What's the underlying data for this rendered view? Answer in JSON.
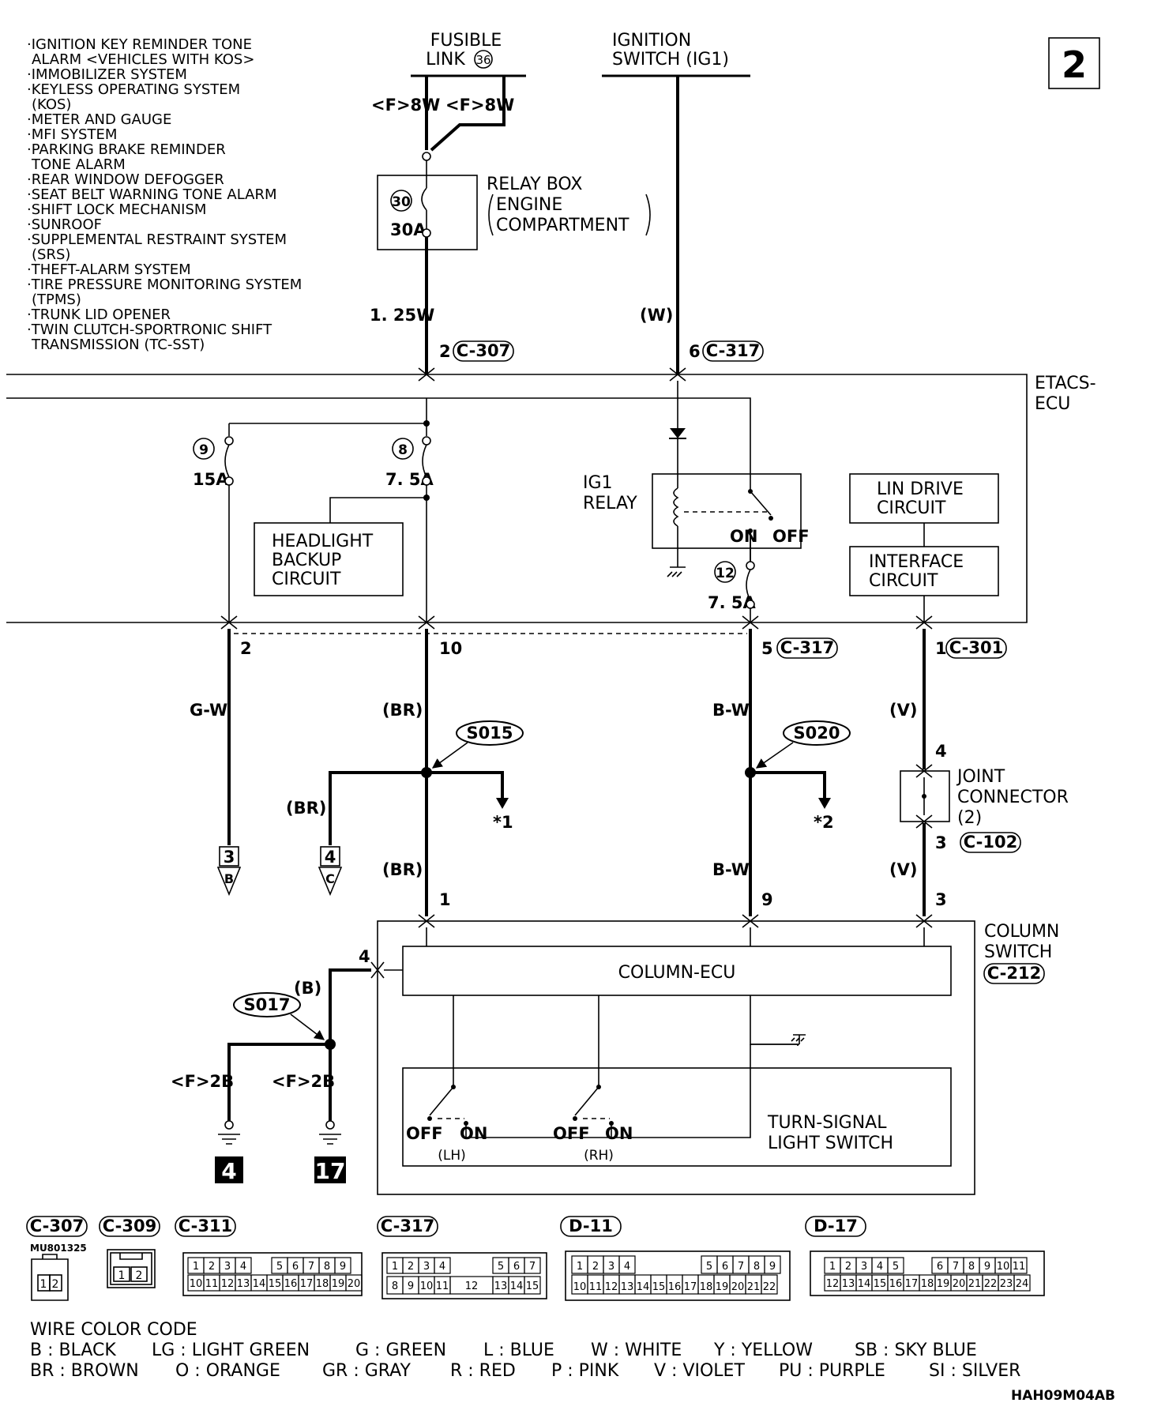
{
  "page_number": "2",
  "systems_list": [
    "·IGNITION KEY REMINDER TONE",
    "ALARM <VEHICLES WITH KOS>",
    "·IMMOBILIZER SYSTEM",
    "·KEYLESS OPERATING SYSTEM",
    "(KOS)",
    "·METER AND GAUGE",
    "·MFI SYSTEM",
    "·PARKING BRAKE REMINDER",
    "TONE ALARM",
    "·REAR WINDOW DEFOGGER",
    "·SEAT BELT WARNING TONE ALARM",
    "·SHIFT LOCK MECHANISM",
    "·SUNROOF",
    "·SUPPLEMENTAL RESTRAINT SYSTEM",
    "(SRS)",
    "·THEFT-ALARM SYSTEM",
    "·TIRE PRESSURE MONITORING SYSTEM",
    "(TPMS)",
    "·TRUNK LID OPENER",
    "·TWIN CLUTCH-SPORTRONIC SHIFT",
    "TRANSMISSION (TC-SST)"
  ],
  "sources": {
    "fusible_link_line1": "FUSIBLE",
    "fusible_link_line2": "LINK",
    "fusible_link_num": "36",
    "ignition_line1": "IGNITION",
    "ignition_line2": "SWITCH (IG1)"
  },
  "relay_box": {
    "line1": "RELAY BOX",
    "line2": "ENGINE",
    "line3": "COMPARTMENT",
    "fuse_num": "30",
    "fuse_rating": "30A"
  },
  "wires": {
    "f8w_left": "<F>8W",
    "f8w_right": "<F>8W",
    "w125": "1. 25W",
    "w_paren": "(W)",
    "gw": "G-W",
    "br_main": "(BR)",
    "br_branch": "(BR)",
    "br_lower": "(BR)",
    "bw_upper": "B-W",
    "bw_lower": "B-W",
    "v_upper": "(V)",
    "v_lower": "(V)",
    "b_paren": "(B)",
    "f2b_left": "<F>2B",
    "f2b_right": "<F>2B"
  },
  "connectors": {
    "c307_pin": "2",
    "c307": "C-307",
    "c317_top_pin": "6",
    "c317_top": "C-317",
    "c317_bottom_pin": "5",
    "c317_bottom": "C-317",
    "c301_pin": "1",
    "c301": "C-301",
    "c102_pin": "3",
    "c102": "C-102",
    "c212": "C-212"
  },
  "etacs": {
    "line1": "ETACS-",
    "line2": "ECU",
    "fuse9_num": "9",
    "fuse9_rating": "15A",
    "fuse8_num": "8",
    "fuse8_rating": "7. 5A",
    "fuse12_num": "12",
    "fuse12_rating": "7. 5A",
    "headlight_line1": "HEADLIGHT",
    "headlight_line2": "BACKUP",
    "headlight_line3": "CIRCUIT",
    "ig1_line1": "IG1",
    "ig1_line2": "RELAY",
    "relay_on": "ON",
    "relay_off": "OFF",
    "lin_line1": "LIN DRIVE",
    "lin_line2": "CIRCUIT",
    "interface_line1": "INTERFACE",
    "interface_line2": "CIRCUIT",
    "pin_2": "2",
    "pin_10": "10"
  },
  "splices": {
    "s015": "S015",
    "s020": "S020",
    "s017": "S017",
    "ref1": "*1",
    "ref2": "*2"
  },
  "ref_blocks": {
    "ref_b_num": "3",
    "ref_b_letter": "B",
    "ref_c_num": "4",
    "ref_c_letter": "C"
  },
  "joint_connector": {
    "line1": "JOINT",
    "line2": "CONNECTOR",
    "line3": "(2)",
    "pin_top": "4"
  },
  "column_switch": {
    "line1": "COLUMN",
    "line2": "SWITCH",
    "ecu": "COLUMN-ECU",
    "pin_1": "1",
    "pin_9": "9",
    "pin_3": "3",
    "pin_4": "4",
    "turn_line1": "TURN-SIGNAL",
    "turn_line2": "LIGHT SWITCH",
    "lh_off": "OFF",
    "lh_on": "ON",
    "lh": "(LH)",
    "rh_off": "OFF",
    "rh_on": "ON",
    "rh": "(RH)"
  },
  "grounds": {
    "g4": "4",
    "g17": "17"
  },
  "connector_views": {
    "c307": "C-307",
    "c307_part": "MU801325",
    "c307_pins": [
      "1",
      "2"
    ],
    "c309": "C-309",
    "c309_pins": [
      "1",
      "2"
    ],
    "c311": "C-311",
    "c311_row1": [
      "1",
      "2",
      "3",
      "4",
      "",
      "5",
      "6",
      "7",
      "8",
      "9"
    ],
    "c311_row2": [
      "10",
      "11",
      "12",
      "13",
      "14",
      "15",
      "16",
      "17",
      "18",
      "19",
      "20"
    ],
    "c317": "C-317",
    "c317_row1": [
      "1",
      "2",
      "3",
      "4",
      "",
      "5",
      "6",
      "7"
    ],
    "c317_row2": [
      "8",
      "9",
      "10",
      "11",
      "12",
      "13",
      "14",
      "15"
    ],
    "d11": "D-11",
    "d11_row1": [
      "1",
      "2",
      "3",
      "4",
      "",
      "5",
      "6",
      "7",
      "8",
      "9"
    ],
    "d11_row2": [
      "10",
      "11",
      "12",
      "13",
      "14",
      "15",
      "16",
      "17",
      "18",
      "19",
      "20",
      "21",
      "22"
    ],
    "d17": "D-17",
    "d17_row1": [
      "1",
      "2",
      "3",
      "4",
      "5",
      "",
      "6",
      "7",
      "8",
      "9",
      "10",
      "11"
    ],
    "d17_row2": [
      "12",
      "13",
      "14",
      "15",
      "16",
      "17",
      "18",
      "19",
      "20",
      "21",
      "22",
      "23",
      "24"
    ]
  },
  "wire_color_code": {
    "title": "WIRE COLOR CODE",
    "row1": [
      "B : BLACK",
      "LG : LIGHT GREEN",
      "G : GREEN",
      "L : BLUE",
      "W : WHITE",
      "Y : YELLOW",
      "SB : SKY BLUE"
    ],
    "row2": [
      "BR : BROWN",
      "O : ORANGE",
      "GR : GRAY",
      "R : RED",
      "P : PINK",
      "V : VIOLET",
      "PU : PURPLE",
      "SI : SILVER"
    ]
  },
  "drawing_code": "HAH09M04AB"
}
